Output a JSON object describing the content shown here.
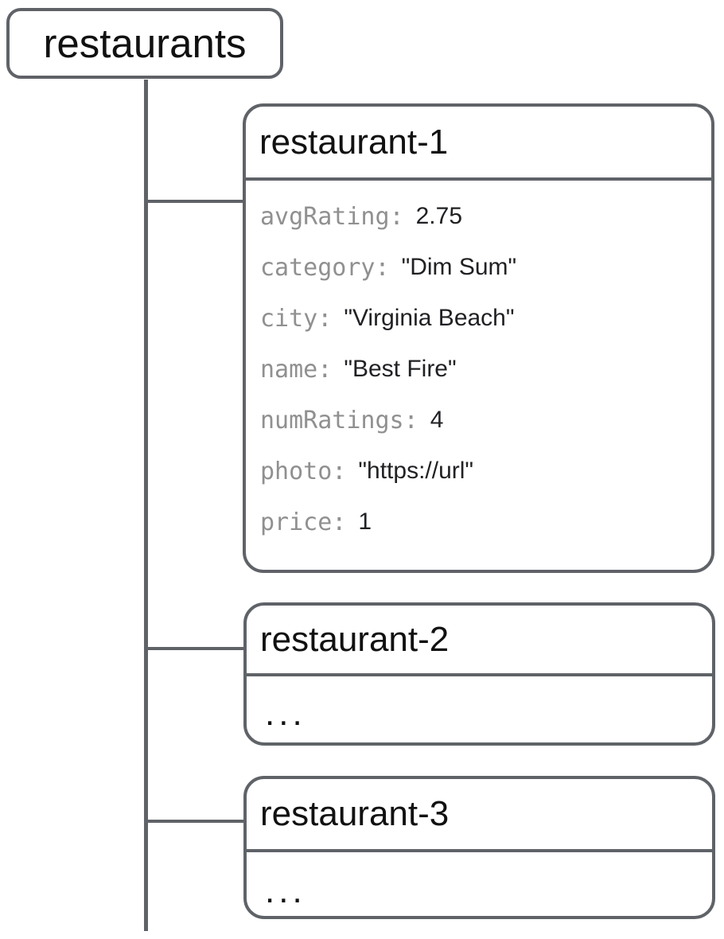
{
  "diagram": {
    "collection": {
      "label": "restaurants"
    },
    "documents": [
      {
        "id": "restaurant-1",
        "fields": [
          {
            "key": "avgRating:",
            "value": "2.75"
          },
          {
            "key": "category:",
            "value": "\"Dim Sum\""
          },
          {
            "key": "city:",
            "value": "\"Virginia Beach\""
          },
          {
            "key": "name:",
            "value": "\"Best Fire\""
          },
          {
            "key": "numRatings:",
            "value": "4"
          },
          {
            "key": "photo:",
            "value": "\"https://url\""
          },
          {
            "key": "price:",
            "value": "1"
          }
        ]
      },
      {
        "id": "restaurant-2",
        "ellipsis": "..."
      },
      {
        "id": "restaurant-3",
        "ellipsis": "..."
      }
    ],
    "colors": {
      "line": "#5f6368",
      "field_key_text": "#909090",
      "field_value_text": "#202124",
      "title_text": "#111111",
      "background": "#ffffff"
    }
  }
}
